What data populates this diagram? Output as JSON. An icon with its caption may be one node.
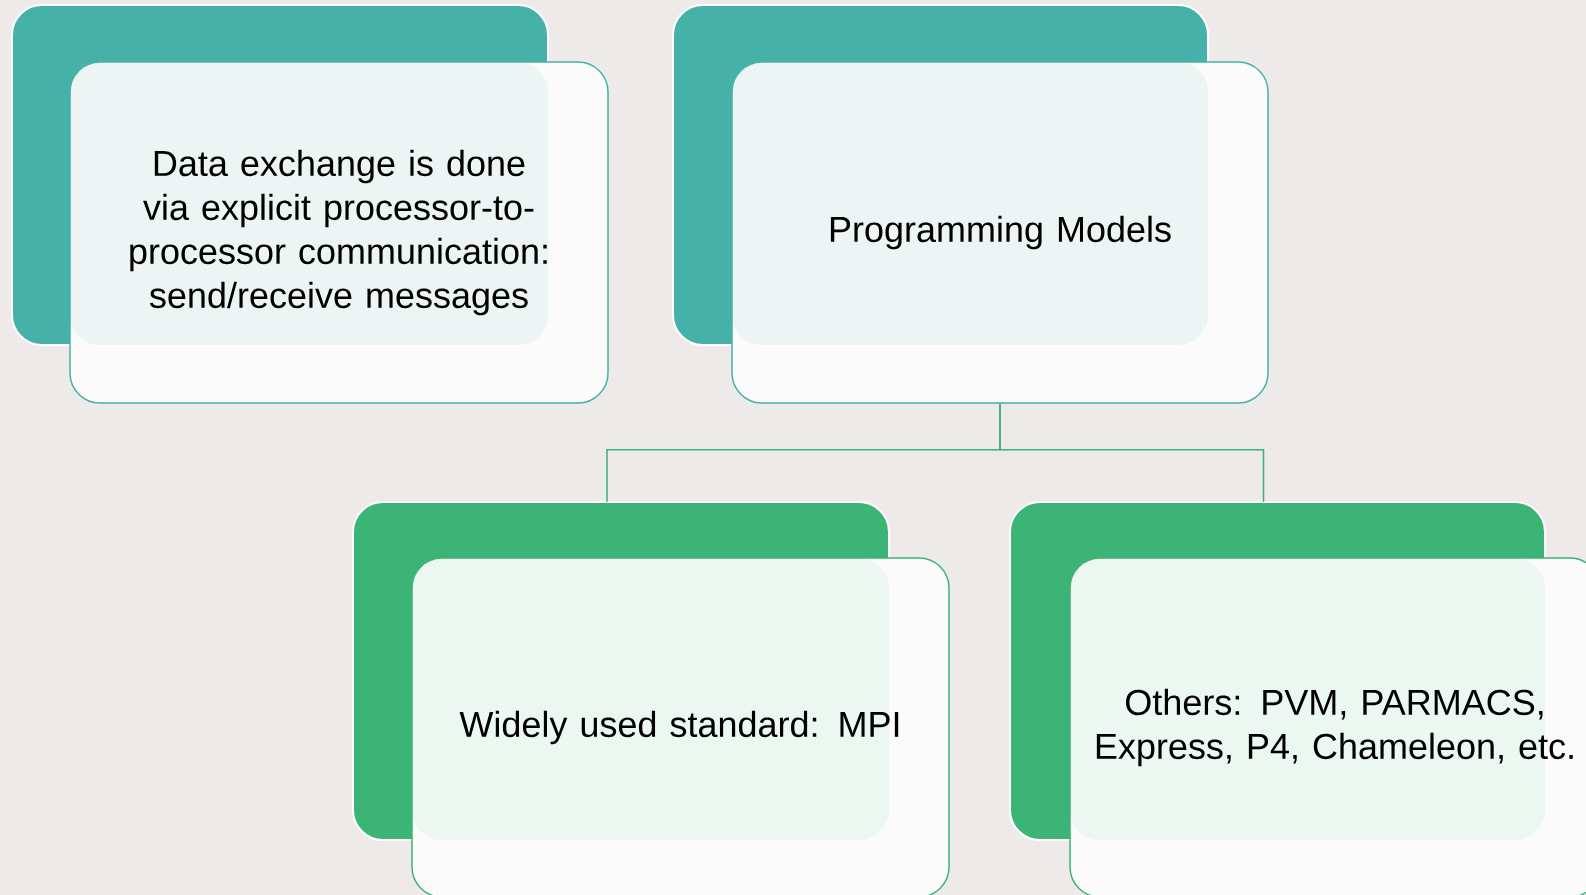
{
  "diagram": {
    "nodes": [
      {
        "text": [
          "Data exchange is done via explicit processor-to-processor communication: send/receive messages"
        ]
      },
      {
        "text": [
          "Programming Models"
        ]
      },
      {
        "text": [
          "Widely used standard: MPI"
        ]
      },
      {
        "text": [
          "Others: PVM, PARMACS, Express, P4, Chameleon, etc."
        ]
      }
    ],
    "edges": [
      {
        "from": 1,
        "to": 2,
        "arrow": "none"
      },
      {
        "from": 1,
        "to": 3,
        "arrow": "none"
      }
    ]
  }
}
